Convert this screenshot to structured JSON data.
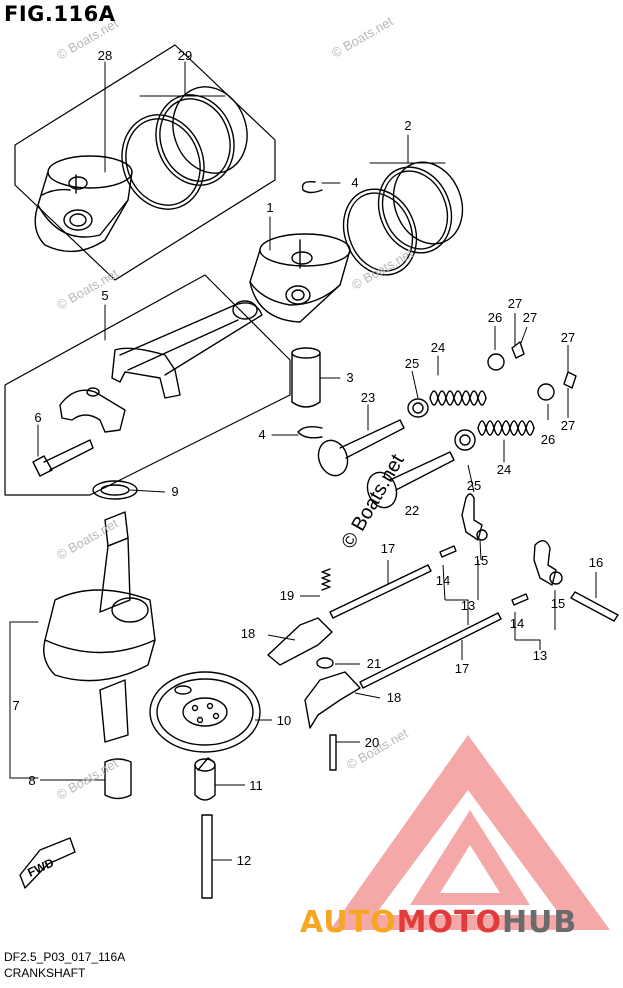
{
  "figure": {
    "title": "FIG.116A",
    "code": "DF2.5_P03_017_116A",
    "name": "CRANKSHAFT"
  },
  "brand": {
    "part1": "AUTO",
    "part2": "MOTO",
    "part3": "HUB",
    "colors": {
      "auto": "#f5a623",
      "moto": "#e23b3b",
      "hub": "#6b6b6b"
    }
  },
  "watermark": {
    "text": "© Boats.net"
  },
  "fwd": {
    "label": "FWD"
  },
  "callouts": {
    "c28": "28",
    "c29": "29",
    "c2": "2",
    "c4a": "4",
    "c1": "1",
    "c5": "5",
    "c3": "3",
    "c6": "6",
    "c4b": "4",
    "c27a": "27",
    "c26a": "26",
    "c27b": "27",
    "c24a": "24",
    "c25a": "25",
    "c27c": "27",
    "c23": "23",
    "c26b": "26",
    "c27d": "27",
    "c24b": "24",
    "c25b": "25",
    "c22": "22",
    "c9": "9",
    "c17a": "17",
    "c14a": "14",
    "c15a": "15",
    "c13a": "13",
    "c16": "16",
    "c19": "19",
    "c14b": "14",
    "c15b": "15",
    "c18a": "18",
    "c13b": "13",
    "c21": "21",
    "c17b": "17",
    "c7": "7",
    "c18b": "18",
    "c10": "10",
    "c20": "20",
    "c8": "8",
    "c11": "11",
    "c12": "12"
  }
}
